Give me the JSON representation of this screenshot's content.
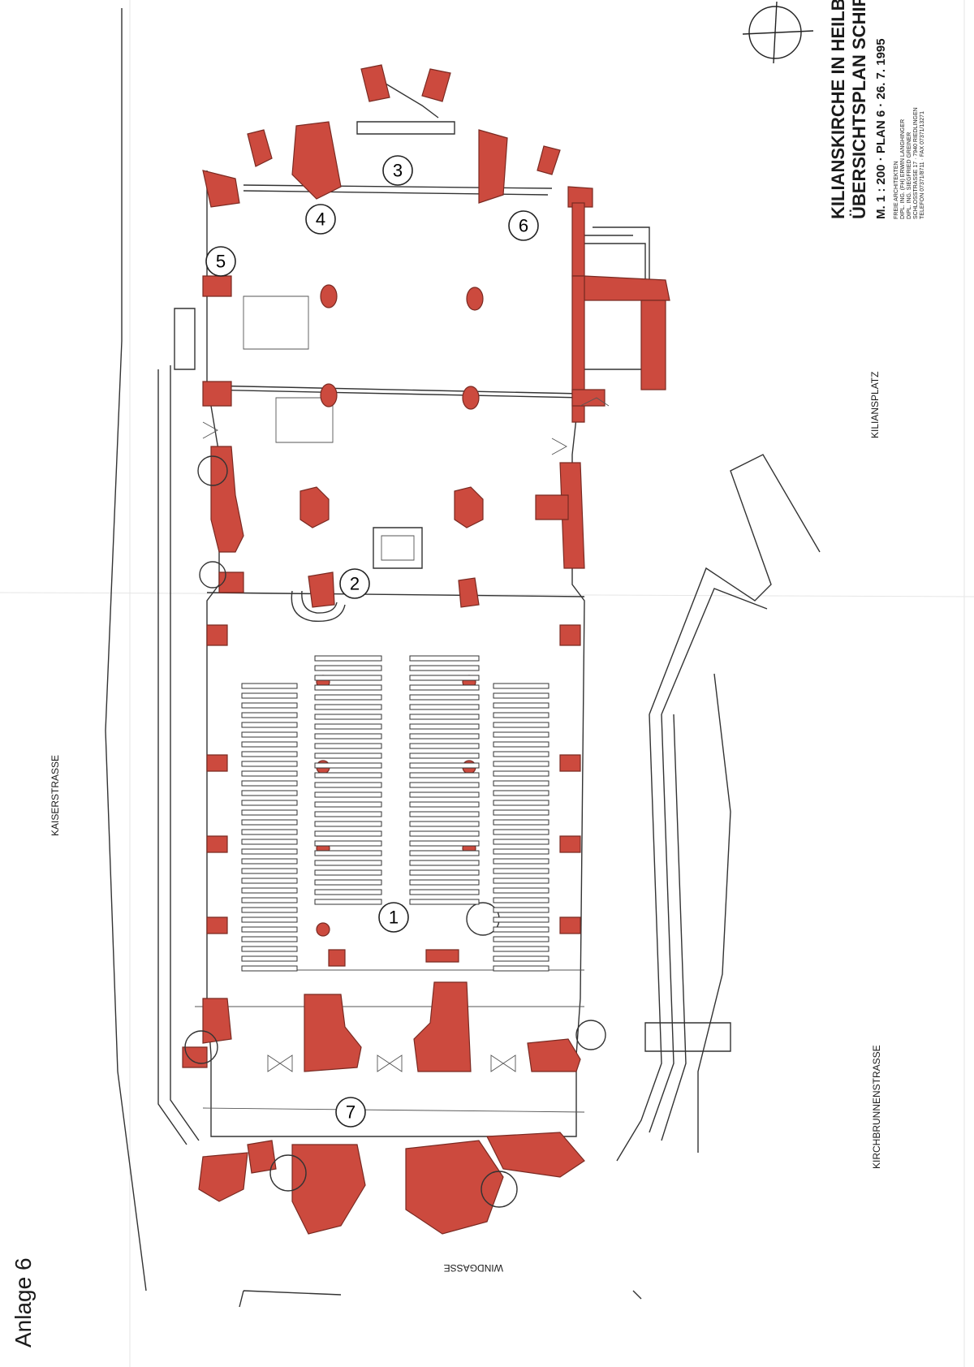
{
  "annex_label": "Anlage 6",
  "title_block": {
    "line1": "KILIANSKIRCHE IN HEILBRONN",
    "line2": "ÜBERSICHTSPLAN SCHIFFEBENE",
    "line3": "M. 1 : 200  ·  PLAN 6  ·  26. 7. 1995",
    "architects": [
      "FREIE ARCHITEKTEN",
      "DIPL. ING. (FH) ERWIN LANGHINGER",
      "DIPL. ING. SIEGFRIED GREINER",
      "SCHLOSSTRASSE 17 · 7940 RIEDLINGEN",
      "TELEFON 07371/8711 · FAX 07371/13271"
    ]
  },
  "streets": {
    "west": "KAISERSTRASSE",
    "east_upper": "KILIANSPLATZ",
    "east_lower": "KIRCHBRUNNENSTRASSE",
    "south": "WINDGASSE"
  },
  "markers": [
    "1",
    "2",
    "3",
    "4",
    "5",
    "6",
    "7"
  ]
}
